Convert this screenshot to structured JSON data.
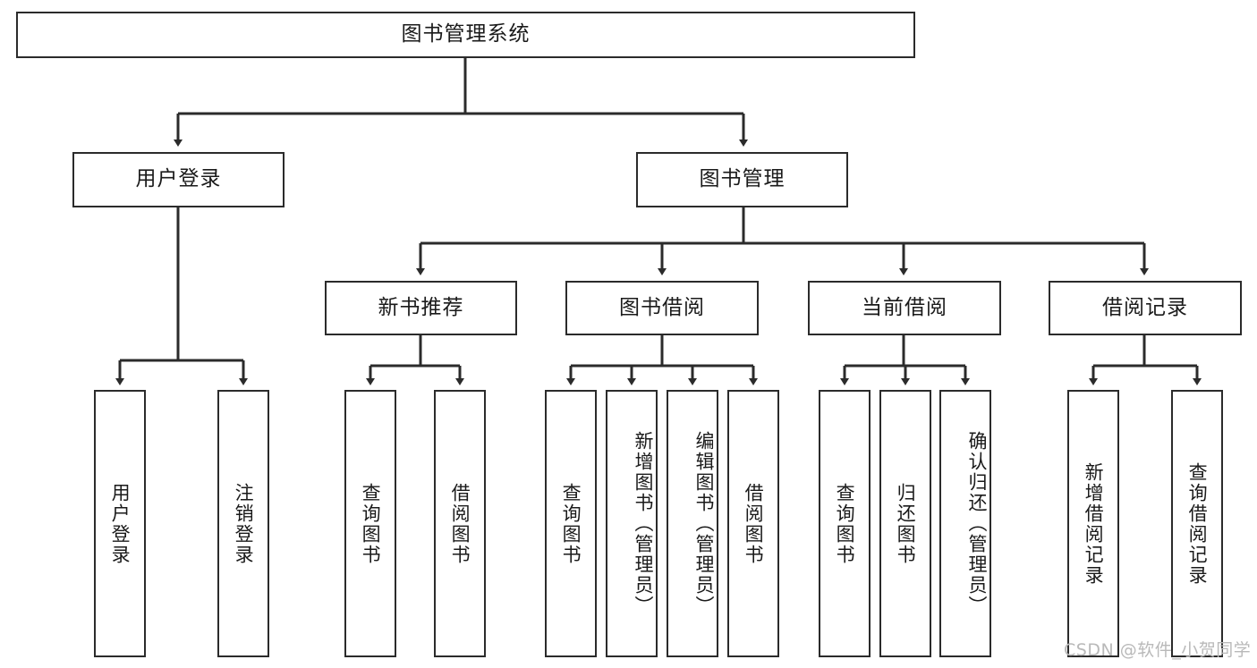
{
  "diagram": {
    "title_node": {
      "label": "图书管理系统"
    },
    "level2": [
      {
        "id": "user-login",
        "label": "用户登录"
      },
      {
        "id": "book-management",
        "label": "图书管理"
      }
    ],
    "level3": [
      {
        "id": "new-book-recommend",
        "label": "新书推荐"
      },
      {
        "id": "book-borrow",
        "label": "图书借阅"
      },
      {
        "id": "current-borrow",
        "label": "当前借阅"
      },
      {
        "id": "borrow-record",
        "label": "借阅记录"
      }
    ],
    "leaves": [
      {
        "id": "leaf-user-login",
        "label": "用户登录",
        "parent": "user-login"
      },
      {
        "id": "leaf-user-logout",
        "label": "注销登录",
        "parent": "user-login"
      },
      {
        "id": "leaf-query-book-1",
        "label": "查询图书",
        "parent": "new-book-recommend"
      },
      {
        "id": "leaf-borrow-book-1",
        "label": "借阅图书",
        "parent": "new-book-recommend"
      },
      {
        "id": "leaf-query-book-2",
        "label": "查询图书",
        "parent": "book-borrow"
      },
      {
        "id": "leaf-add-book",
        "label": "新增图书（管理员）",
        "parent": "book-borrow"
      },
      {
        "id": "leaf-edit-book",
        "label": "编辑图书（管理员）",
        "parent": "book-borrow"
      },
      {
        "id": "leaf-borrow-book-2",
        "label": "借阅图书",
        "parent": "book-borrow"
      },
      {
        "id": "leaf-query-book-3",
        "label": "查询图书",
        "parent": "current-borrow"
      },
      {
        "id": "leaf-return-book",
        "label": "归还图书",
        "parent": "current-borrow"
      },
      {
        "id": "leaf-confirm-return",
        "label": "确认归还（管理员）",
        "parent": "current-borrow"
      },
      {
        "id": "leaf-add-record",
        "label": "新增借阅记录",
        "parent": "borrow-record"
      },
      {
        "id": "leaf-query-record",
        "label": "查询借阅记录",
        "parent": "borrow-record"
      }
    ],
    "watermark": "CSDN @软件_小贺同学",
    "colors": {
      "stroke": "#2b2b2b",
      "background": "#ffffff",
      "text": "#1a1a1a",
      "watermark": "#b9b9b9"
    }
  }
}
